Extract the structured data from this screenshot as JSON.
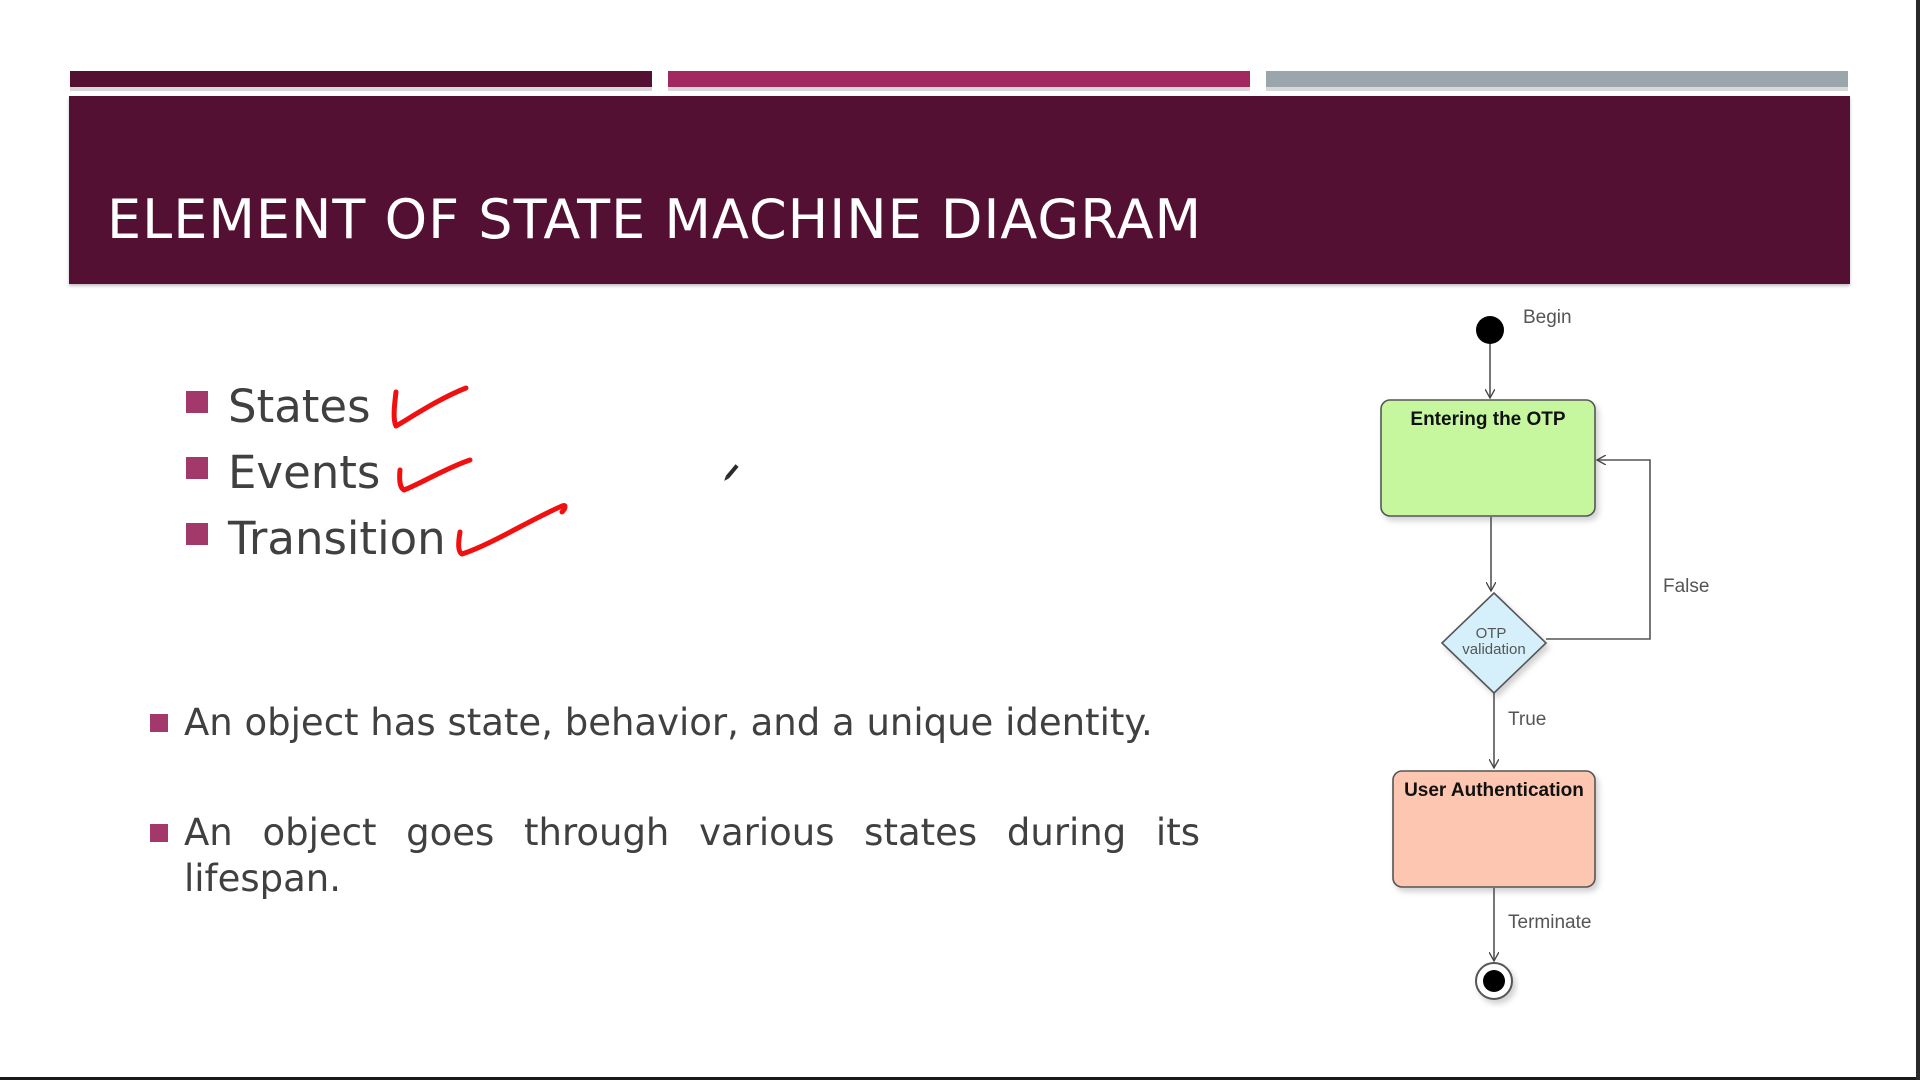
{
  "slide": {
    "title": "ELEMENT OF STATE MACHINE DIAGRAM"
  },
  "bullets_top": [
    {
      "text": "States"
    },
    {
      "text": "Events"
    },
    {
      "text": "Transition"
    }
  ],
  "bullets_bottom": [
    {
      "text": "An object has state, behavior, and a unique identity."
    },
    {
      "text": "An object goes through various states during its lifespan."
    }
  ],
  "diagram": {
    "begin_label": "Begin",
    "state_otp": "Entering the OTP",
    "decision_line1": "OTP",
    "decision_line2": "validation",
    "false_label": "False",
    "true_label": "True",
    "state_auth": "User Authentication",
    "terminate_label": "Terminate"
  },
  "colors": {
    "header": "#541032",
    "bar_dark": "#541032",
    "bar_magenta": "#a2295f",
    "bar_grey": "#9aa6ab",
    "bullet": "#a2396a",
    "state_green": "#c6f79e",
    "state_salmon": "#fdc6b0",
    "decision_blue": "#d5f0fb",
    "ink_red": "#f01010"
  },
  "icons": [
    "pen-cursor-icon"
  ]
}
